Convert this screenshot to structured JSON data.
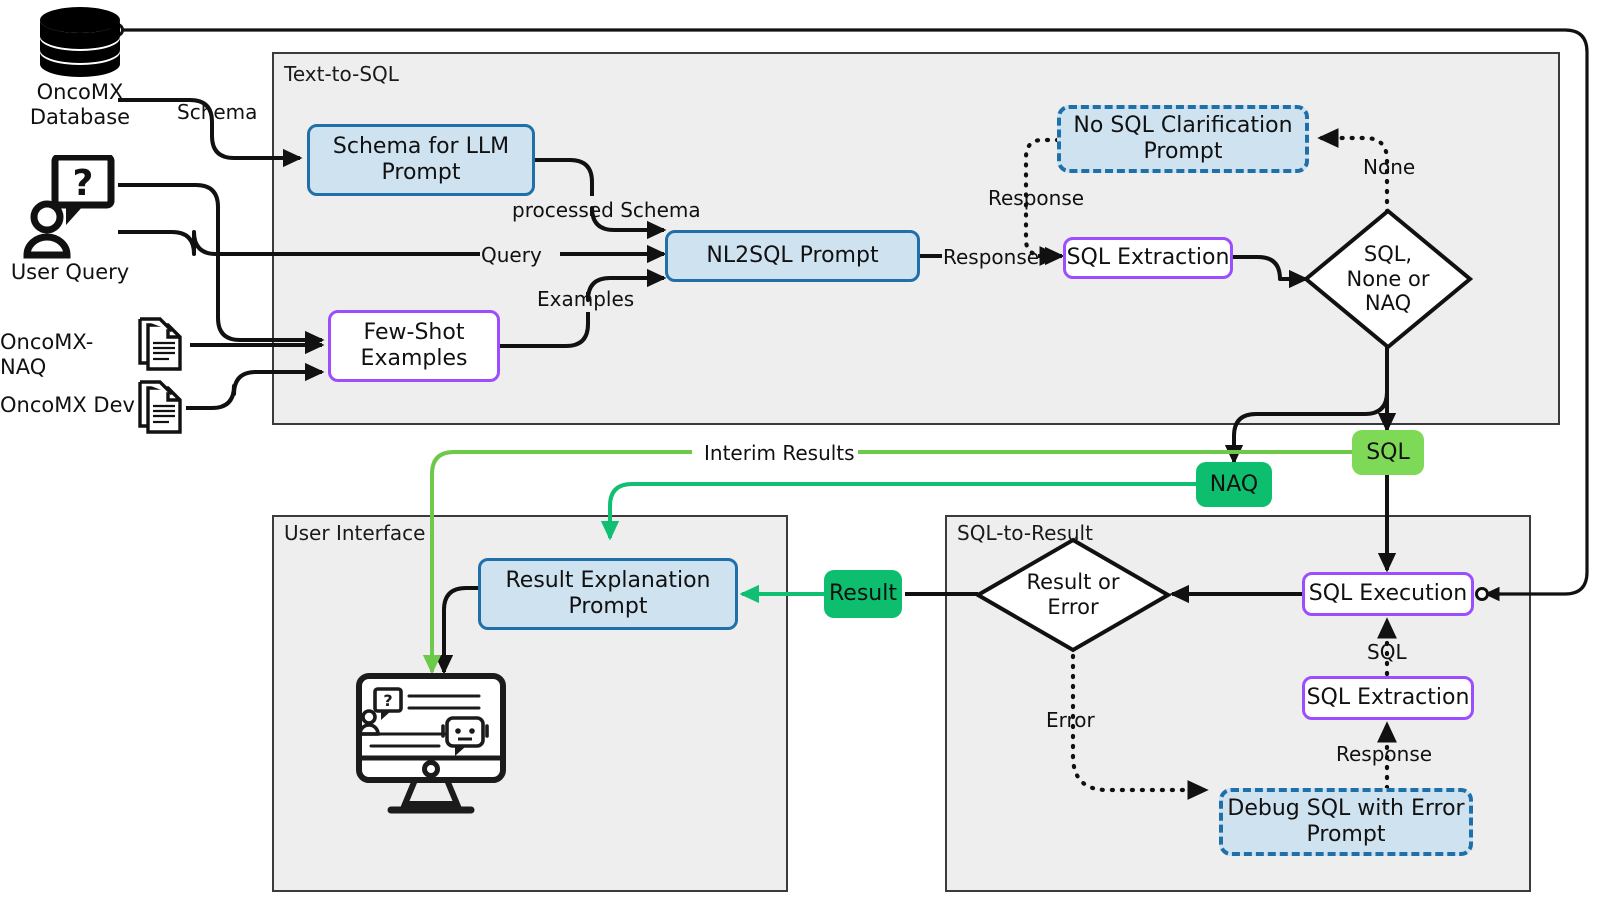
{
  "diagram": {
    "title": "OncoMX Text-to-SQL pipeline",
    "groups": [
      {
        "id": "text-to-sql",
        "label": "Text-to-SQL"
      },
      {
        "id": "user-interface",
        "label": "User Interface"
      },
      {
        "id": "sql-to-result",
        "label": "SQL-to-Result"
      }
    ],
    "sources": [
      {
        "id": "oncomx-database",
        "label": "OncoMX\nDatabase",
        "icon": "database-icon"
      },
      {
        "id": "user-query",
        "label": "User Query",
        "icon": "user-question-icon"
      },
      {
        "id": "oncomx-naq",
        "label": "OncoMX-NAQ",
        "icon": "document-icon"
      },
      {
        "id": "oncomx-dev",
        "label": "OncoMX Dev",
        "icon": "document-icon"
      }
    ],
    "nodes": [
      {
        "id": "schema-for-llm-prompt",
        "label": "Schema for LLM\nPrompt",
        "style": "blue"
      },
      {
        "id": "few-shot-examples",
        "label": "Few-Shot\nExamples",
        "style": "purple"
      },
      {
        "id": "nl2sql-prompt",
        "label": "NL2SQL Prompt",
        "style": "blue"
      },
      {
        "id": "no-sql-clarification-prompt",
        "label": "No SQL Clarification\nPrompt",
        "style": "blue-dashed"
      },
      {
        "id": "sql-extraction-top",
        "label": "SQL Extraction",
        "style": "purple"
      },
      {
        "id": "sql-none-or-naq",
        "label": "SQL,\nNone or\nNAQ",
        "style": "diamond"
      },
      {
        "id": "sql-token",
        "label": "SQL",
        "style": "green-light"
      },
      {
        "id": "naq-token",
        "label": "NAQ",
        "style": "green-dark"
      },
      {
        "id": "result-token",
        "label": "Result",
        "style": "green-dark"
      },
      {
        "id": "sql-execution",
        "label": "SQL Execution",
        "style": "purple"
      },
      {
        "id": "result-or-error",
        "label": "Result or\nError",
        "style": "diamond"
      },
      {
        "id": "sql-extraction-bottom",
        "label": "SQL Extraction",
        "style": "purple"
      },
      {
        "id": "debug-sql-with-error-prompt",
        "label": "Debug SQL with Error\nPrompt",
        "style": "blue-dashed"
      },
      {
        "id": "result-explanation-prompt",
        "label": "Result Explanation\nPrompt",
        "style": "blue"
      },
      {
        "id": "user-display-monitor",
        "label": "",
        "style": "icon"
      }
    ],
    "edge_labels": [
      {
        "id": "schema",
        "text": "Schema"
      },
      {
        "id": "processed-schema",
        "text": "processed Schema"
      },
      {
        "id": "query",
        "text": "Query"
      },
      {
        "id": "examples",
        "text": "Examples"
      },
      {
        "id": "response-nl2sql",
        "text": "Response"
      },
      {
        "id": "response-clarification",
        "text": "Response"
      },
      {
        "id": "none",
        "text": "None"
      },
      {
        "id": "interim-results",
        "text": "Interim Results"
      },
      {
        "id": "sql-feedback",
        "text": "SQL"
      },
      {
        "id": "response-debug",
        "text": "Response"
      },
      {
        "id": "error",
        "text": "Error"
      }
    ],
    "colors": {
      "blue_fill": "#cfe2f0",
      "blue_stroke": "#1f6fa8",
      "purple_stroke": "#9b4dff",
      "green_light": "#7ed957",
      "green_dark": "#0ebe6f",
      "group_fill": "#eeeeee",
      "group_stroke": "#3b3b3b",
      "line": "#111111",
      "interim_line": "#6ec94a",
      "naq_line": "#10bf72"
    }
  }
}
